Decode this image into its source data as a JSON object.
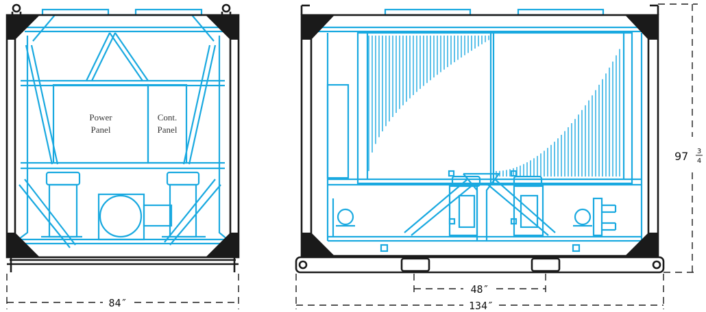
{
  "left_view": {
    "power_panel": [
      "Power",
      "Panel"
    ],
    "control_panel": [
      "Cont.",
      "Panel"
    ],
    "width_dim": "84″"
  },
  "right_view": {
    "length_dim": "134″",
    "fork_spacing_dim": "48″",
    "height_dim": {
      "whole": "97",
      "numerator": "3",
      "denominator": "4"
    }
  },
  "colors": {
    "frame": "#1a1a1a",
    "components": "#19a9e0"
  }
}
